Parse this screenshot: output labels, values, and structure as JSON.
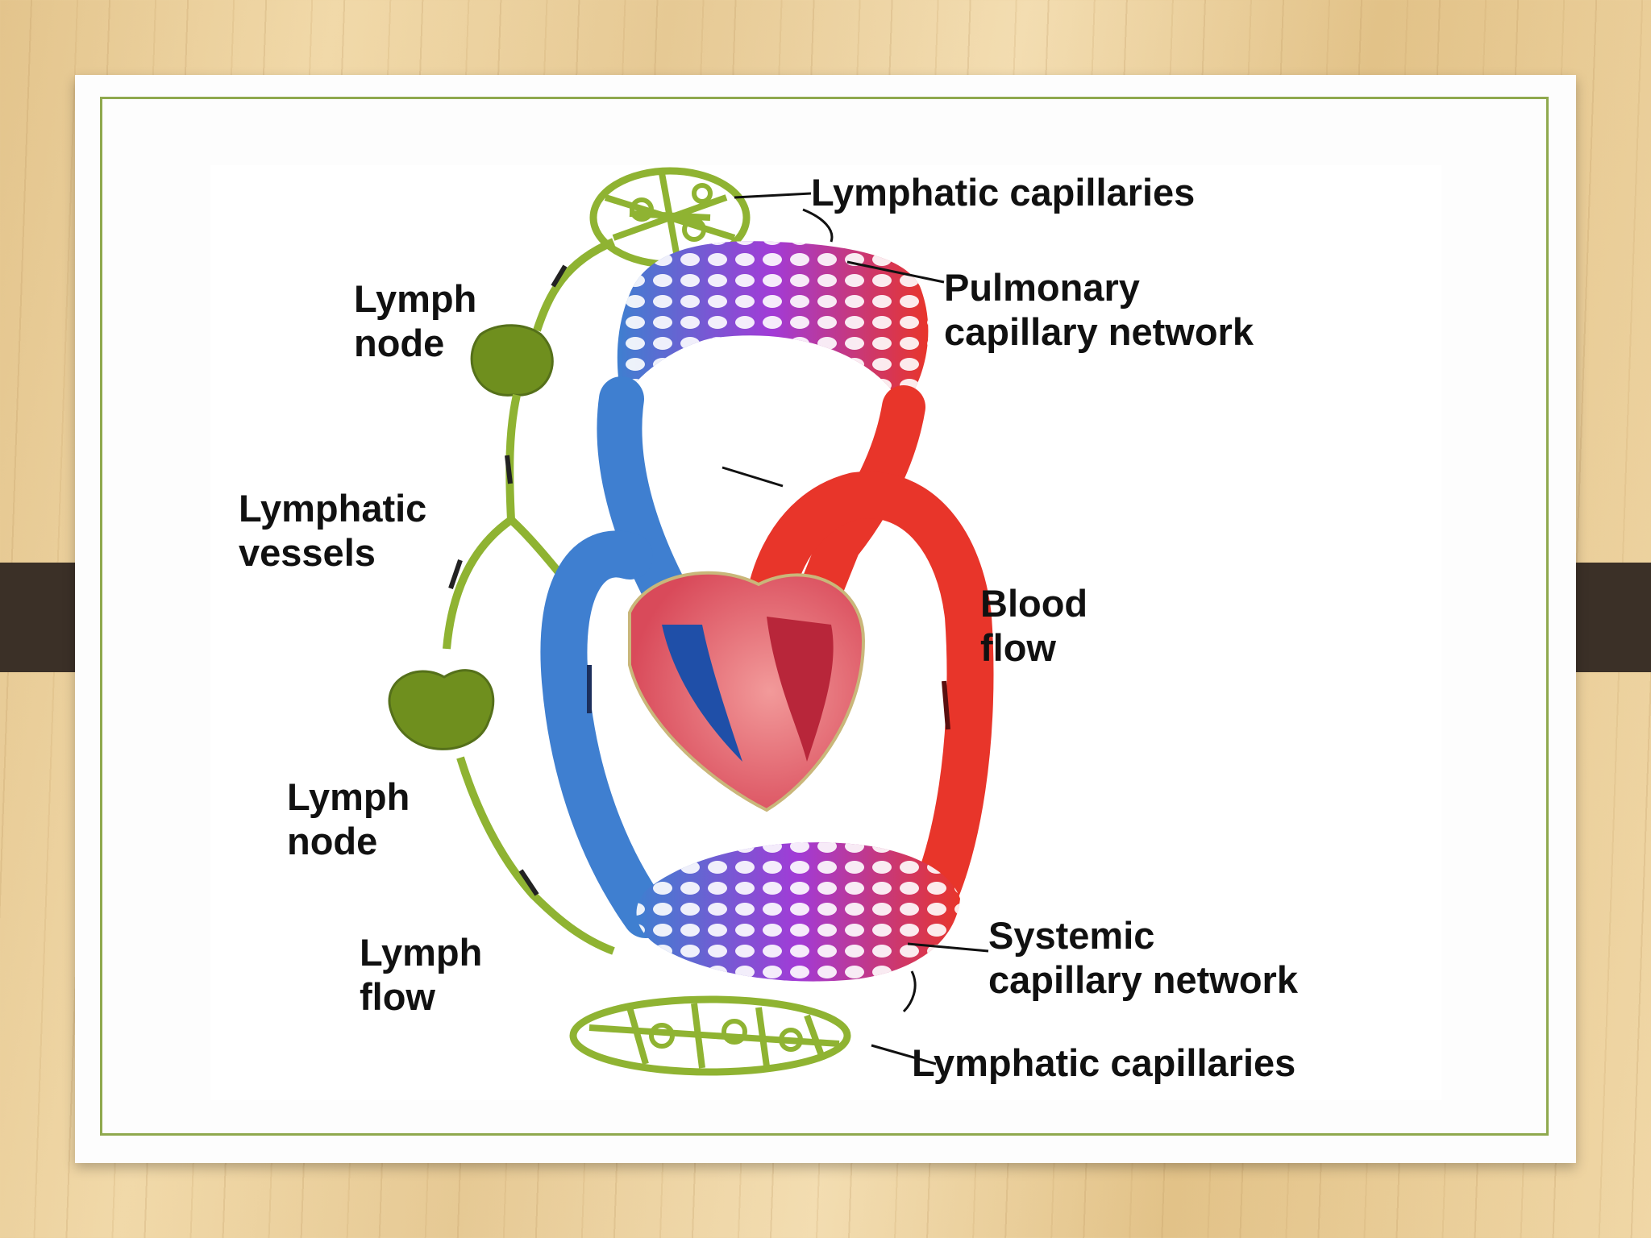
{
  "labels": {
    "lymphatic_capillaries_top": "Lymphatic capillaries",
    "pulmonary_1": "Pulmonary",
    "pulmonary_2": "capillary network",
    "lymph_node_top_1": "Lymph",
    "lymph_node_top_2": "node",
    "lymphatic_vessels_1": "Lymphatic",
    "lymphatic_vessels_2": "vessels",
    "blood_flow_1": "Blood",
    "blood_flow_2": "flow",
    "lymph_node_bottom_1": "Lymph",
    "lymph_node_bottom_2": "node",
    "lymph_flow_1": "Lymph",
    "lymph_flow_2": "flow",
    "systemic_1": "Systemic",
    "systemic_2": "capillary network",
    "lymphatic_capillaries_bottom": "Lymphatic capillaries"
  },
  "colors": {
    "lymph": "#8fb332",
    "lymph_node": "#6f8f1e",
    "vein": "#3f7fd0",
    "artery": "#e8352a",
    "capillary_mix": "#a23bd6",
    "frame_border": "#8fa94e",
    "clip": "#3b3027"
  }
}
